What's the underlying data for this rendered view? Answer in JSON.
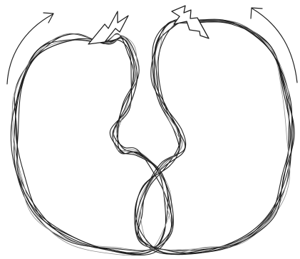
{
  "drawing": {
    "style": "hand-drawn pencil sketch",
    "background_color": "#ffffff",
    "ink_color": "#1e1e1e",
    "light_ink_color": "#8a8a8a",
    "elements": {
      "left_loop": {
        "icon": "scribbled-loop",
        "pass_count": 7,
        "direction": "counterclockwise-up"
      },
      "right_loop": {
        "icon": "scribbled-loop",
        "pass_count": 7,
        "direction": "clockwise-up"
      },
      "left_bolt": {
        "icon": "lightning-bolt-icon"
      },
      "right_bolt": {
        "icon": "lightning-bolt-icon"
      },
      "left_arrow": {
        "icon": "curved-arrow-up-right-icon"
      },
      "right_arrow": {
        "icon": "curved-arrow-up-left-icon"
      }
    }
  }
}
